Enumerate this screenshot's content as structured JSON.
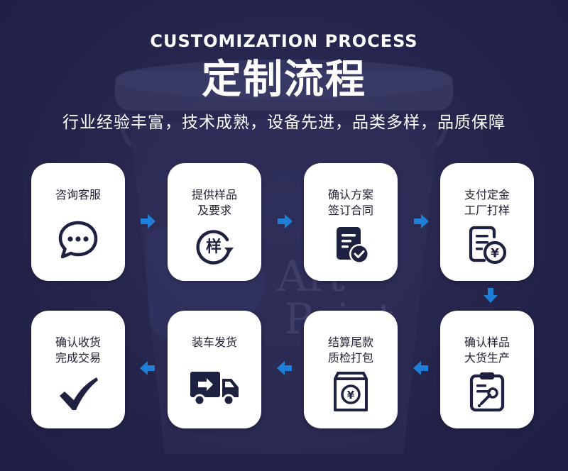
{
  "header": {
    "en_title": "CUSTOMIZATION PROCESS",
    "cn_title": "定制流程",
    "subtitle": "行业经验丰富，技术成熟，设备先进，品类多样，品质保障"
  },
  "steps": [
    {
      "label": "咨询客服",
      "icon": "chat-bubble-icon"
    },
    {
      "label": "提供样品\n及要求",
      "icon": "sample-refresh-icon",
      "icon_text": "样"
    },
    {
      "label": "确认方案\n签订合同",
      "icon": "document-check-icon"
    },
    {
      "label": "支付定金\n工厂打样",
      "icon": "document-yen-icon",
      "icon_text": "¥"
    },
    {
      "label": "确认样品\n大货生产",
      "icon": "clipboard-wrench-icon"
    },
    {
      "label": "结算尾款\n质检打包",
      "icon": "package-yen-icon",
      "icon_text": "¥"
    },
    {
      "label": "装车发货",
      "icon": "delivery-truck-icon"
    },
    {
      "label": "确认收货\n完成交易",
      "icon": "checkmark-icon"
    }
  ],
  "colors": {
    "background": "#23234a",
    "card": "#ffffff",
    "icon": "#1e2140",
    "arrow": "#1f7fd6",
    "text": "#ffffff"
  }
}
